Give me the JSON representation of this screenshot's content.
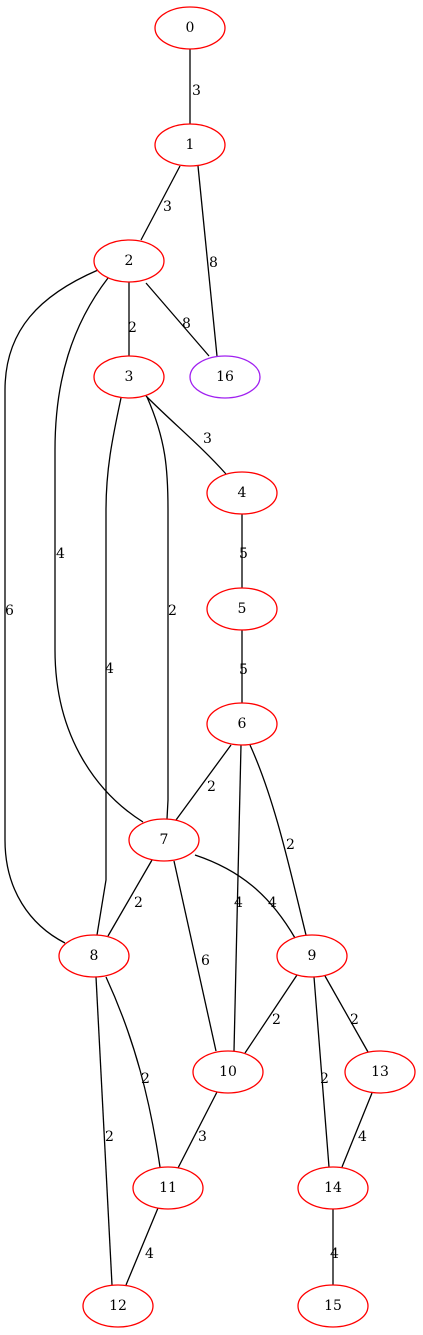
{
  "graph": {
    "node_color": "#ff0000",
    "highlight_color": "#a020f0",
    "edge_color": "#000000",
    "nodes": [
      {
        "id": "0",
        "label": "0"
      },
      {
        "id": "1",
        "label": "1"
      },
      {
        "id": "2",
        "label": "2"
      },
      {
        "id": "3",
        "label": "3"
      },
      {
        "id": "4",
        "label": "4"
      },
      {
        "id": "5",
        "label": "5"
      },
      {
        "id": "6",
        "label": "6"
      },
      {
        "id": "7",
        "label": "7"
      },
      {
        "id": "8",
        "label": "8"
      },
      {
        "id": "9",
        "label": "9"
      },
      {
        "id": "10",
        "label": "10"
      },
      {
        "id": "11",
        "label": "11"
      },
      {
        "id": "12",
        "label": "12"
      },
      {
        "id": "13",
        "label": "13"
      },
      {
        "id": "14",
        "label": "14"
      },
      {
        "id": "15",
        "label": "15"
      },
      {
        "id": "16",
        "label": "16",
        "highlighted": true
      }
    ],
    "edges": [
      {
        "from": "0",
        "to": "1",
        "weight": "3"
      },
      {
        "from": "1",
        "to": "2",
        "weight": "3"
      },
      {
        "from": "1",
        "to": "16",
        "weight": "8"
      },
      {
        "from": "2",
        "to": "3",
        "weight": "2"
      },
      {
        "from": "2",
        "to": "16",
        "weight": "8"
      },
      {
        "from": "2",
        "to": "7",
        "weight": "4"
      },
      {
        "from": "2",
        "to": "8",
        "weight": "6"
      },
      {
        "from": "3",
        "to": "4",
        "weight": "3"
      },
      {
        "from": "3",
        "to": "7",
        "weight": "2"
      },
      {
        "from": "3",
        "to": "8",
        "weight": "4"
      },
      {
        "from": "4",
        "to": "5",
        "weight": "5"
      },
      {
        "from": "5",
        "to": "6",
        "weight": "5"
      },
      {
        "from": "6",
        "to": "7",
        "weight": "2"
      },
      {
        "from": "6",
        "to": "9",
        "weight": "2"
      },
      {
        "from": "6",
        "to": "10",
        "weight": "4"
      },
      {
        "from": "7",
        "to": "8",
        "weight": "2"
      },
      {
        "from": "7",
        "to": "9",
        "weight": "4"
      },
      {
        "from": "7",
        "to": "10",
        "weight": "6"
      },
      {
        "from": "8",
        "to": "11",
        "weight": "2"
      },
      {
        "from": "8",
        "to": "12",
        "weight": "2"
      },
      {
        "from": "9",
        "to": "10",
        "weight": "2"
      },
      {
        "from": "9",
        "to": "13",
        "weight": "2"
      },
      {
        "from": "9",
        "to": "14",
        "weight": "2"
      },
      {
        "from": "10",
        "to": "11",
        "weight": "3"
      },
      {
        "from": "11",
        "to": "12",
        "weight": "4"
      },
      {
        "from": "13",
        "to": "14",
        "weight": "4"
      },
      {
        "from": "14",
        "to": "15",
        "weight": "4"
      }
    ]
  }
}
